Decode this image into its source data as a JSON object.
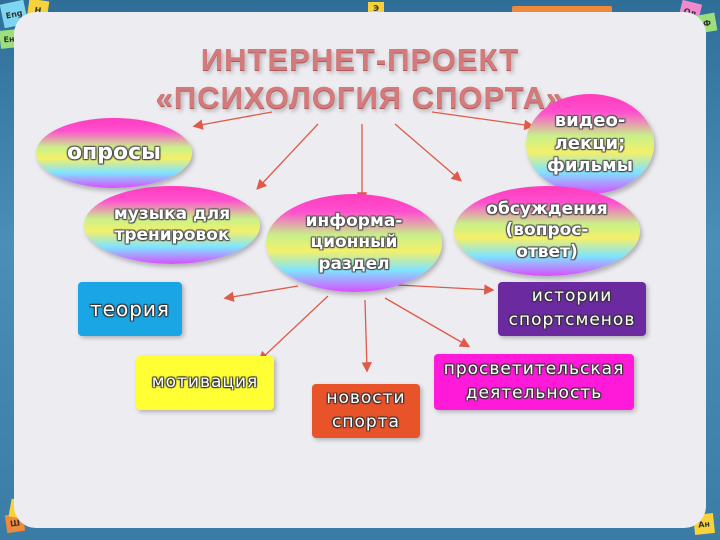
{
  "title": {
    "line1": "ИНТЕРНЕТ-ПРОЕКТ",
    "line2": "«ПСИХОЛОГИЯ СПОРТА»"
  },
  "nodes": {
    "oprosy": "опросы",
    "video": "видео-\nлекци;\nфильмы",
    "muzyka": "музыка для\nтренировок",
    "info": "информа-\nционный\nраздел",
    "obsuzhdenia": "обсуждения\n(вопрос-\nответ)",
    "teoria": "теория",
    "istorii": "истории\nспортсменов",
    "motivacia": "мотивация",
    "novosti": "новости\nспорта",
    "prosvet": "просветительская\nдеятельность"
  },
  "colors": {
    "teoria": "#1aa6e4",
    "istorii": "#6b2aa0",
    "motivacia": "#ffff33",
    "novosti": "#e8532a",
    "prosvet": "#ff1ad9",
    "arrow": "#e05a4a"
  },
  "decor": {
    "tl1": "Eng",
    "tl2": "Н",
    "tl3": "Ен",
    "tc": "Э",
    "tr1": "Ол",
    "tr2": "Ф",
    "bl1": "Ш",
    "bl2": "О",
    "br": "Ан"
  }
}
